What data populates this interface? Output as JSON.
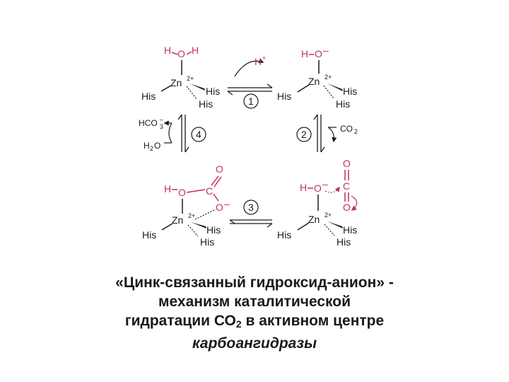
{
  "scheme": {
    "labels": {
      "H": "H",
      "O": "O",
      "O_minus": "O",
      "C": "C",
      "Zn": "Zn",
      "zn_charge": "2+",
      "His": "His",
      "minus": "–",
      "H_plus": "H",
      "plus": "+",
      "hco3": "HCO",
      "hco3_sub": "3",
      "h2o_h": "H",
      "h2o_sub": "2",
      "h2o_o": "O",
      "co2": "CO",
      "co2_sub": "2"
    },
    "steps": [
      "1",
      "2",
      "3",
      "4"
    ]
  },
  "caption": {
    "line1": "«Цинк-связанный гидроксид-анион» -",
    "line2": "механизм каталитической",
    "line3_pre": "гидратации СО",
    "line3_sub": "2",
    "line3_post": " в активном центре",
    "line4": "карбоангидразы"
  },
  "colors": {
    "accent": "#c0315a",
    "ink": "#1a1a1a"
  }
}
